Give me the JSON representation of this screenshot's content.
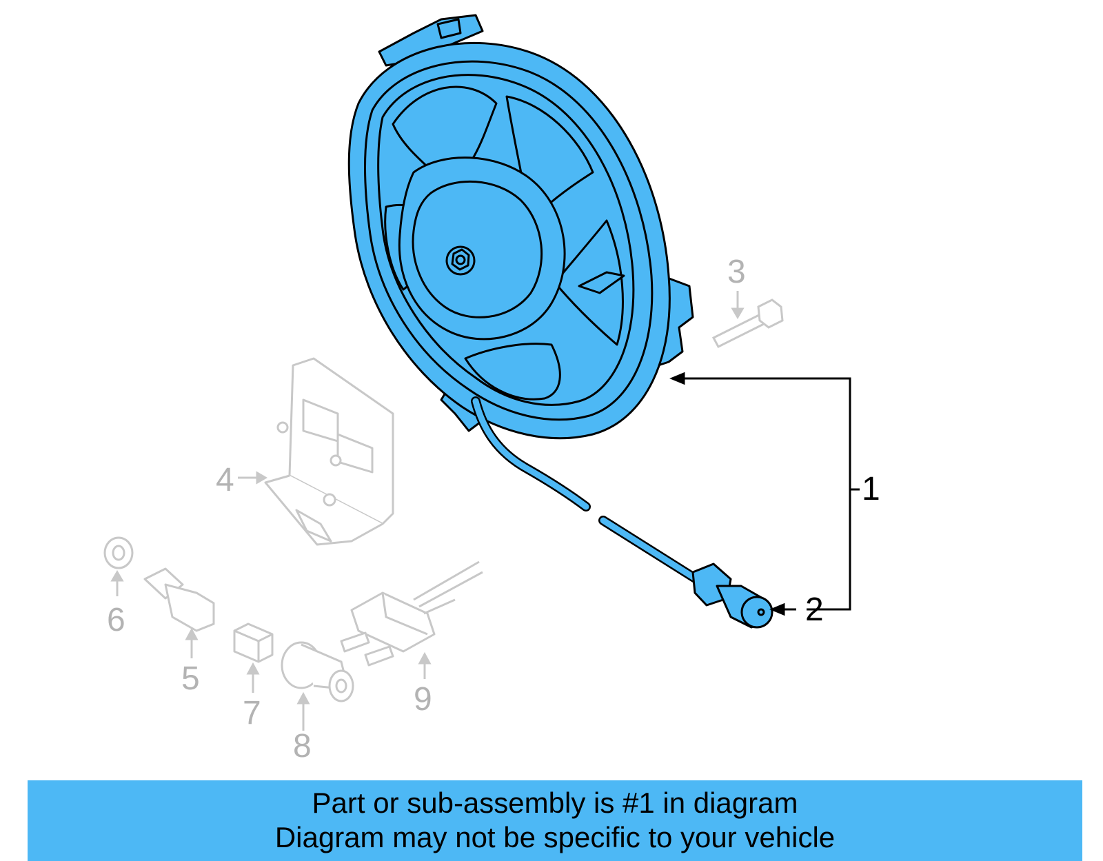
{
  "colors": {
    "highlight": "#4db8f5",
    "outline": "#000000",
    "faded": "#c8c8c8",
    "faded_text": "#b3b3b3"
  },
  "callouts": {
    "c1": "1",
    "c2": "2",
    "c3": "3",
    "c4": "4",
    "c5": "5",
    "c6": "6",
    "c7": "7",
    "c8": "8",
    "c9": "9"
  },
  "banner": {
    "line1": "Part or sub-assembly is #1 in diagram",
    "line2": "Diagram may not be specific to your vehicle"
  },
  "icons": {
    "fan": "cooling-fan-assembly",
    "bolt": "bolt-icon",
    "control-module": "control-module-icon",
    "sensor": "sensor-icon",
    "washer": "washer-icon",
    "connector": "connector-icon",
    "switch": "pressure-switch-icon",
    "harness": "harness-icon"
  }
}
